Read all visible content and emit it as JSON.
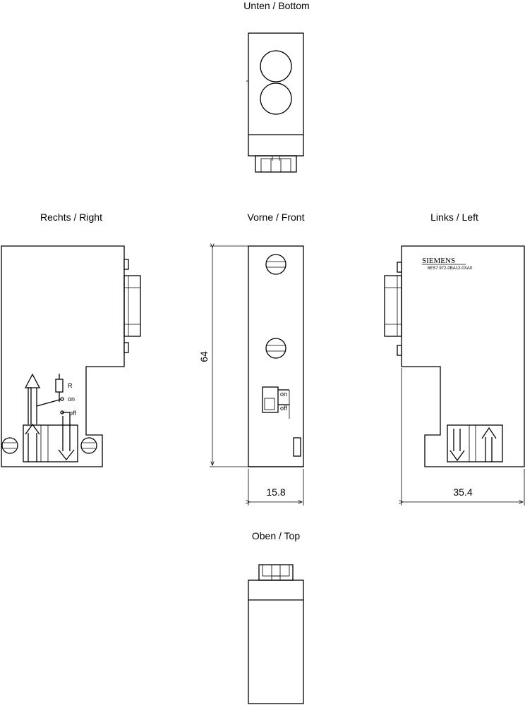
{
  "views": {
    "bottom": "Unten / Bottom",
    "right": "Rechts / Right",
    "front": "Vorne / Front",
    "left": "Links / Left",
    "top": "Oben / Top"
  },
  "dimensions": {
    "height": "64",
    "width_front": "15.8",
    "width_side": "35.4"
  },
  "switch": {
    "resistor_label": "R",
    "on_label": "on",
    "off_label": "off"
  },
  "product": {
    "brand": "SIEMENS",
    "part_number": "6ES7 972-0BA12-0XA0"
  }
}
